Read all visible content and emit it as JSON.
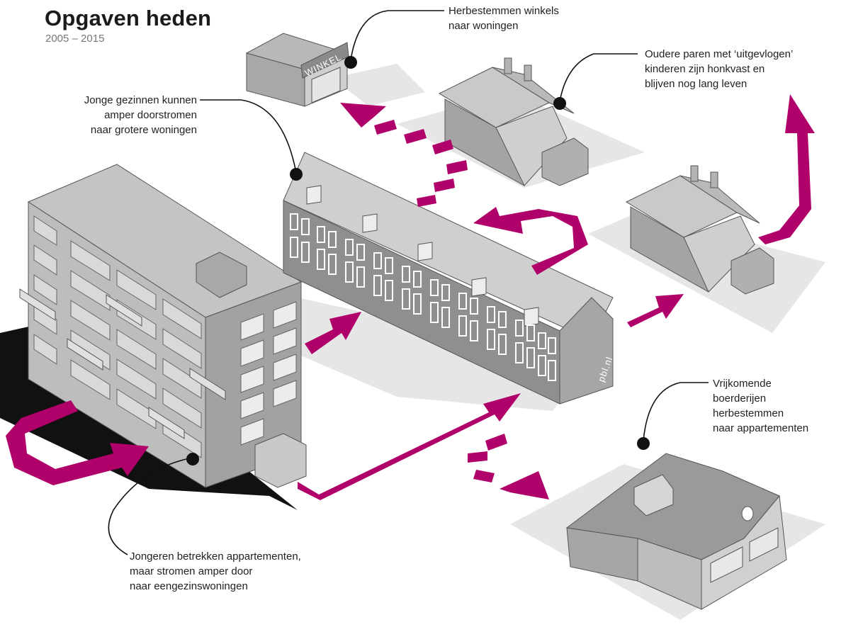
{
  "header": {
    "title": "Opgaven heden",
    "subtitle": "2005 – 2015"
  },
  "callouts": {
    "winkels": [
      "Herbestemmen winkels",
      "naar woningen"
    ],
    "ouderen": [
      "Oudere paren met ‘uitgevlogen’",
      "kinderen zijn honkvast en",
      "blijven nog lang leven"
    ],
    "gezinnen": [
      "Jonge gezinnen kunnen",
      "amper doorstromen",
      "naar grotere woningen"
    ],
    "boerderijen": [
      "Vrijkomende",
      "boerderijen",
      "herbestemmen",
      "naar appartementen"
    ],
    "jongeren": [
      "Jongeren betrekken appartementen,",
      "maar stromen amper door",
      "naar eengezinswoningen"
    ]
  },
  "building_texts": {
    "shop_sign": "WINKEL",
    "watermark": "pbl.nl"
  },
  "colors": {
    "arrow": "#b0006a",
    "shadow": "#111111",
    "ground": "#e6e6e6",
    "building_light": "#d2d2d2",
    "building_mid": "#b4b4b4",
    "building_dark": "#8c8c8c",
    "roof": "#c7c7c7",
    "dot": "#111111"
  },
  "icons": {
    "callout_marker": "dot-marker",
    "flow_arrow": "magenta-arrow"
  }
}
